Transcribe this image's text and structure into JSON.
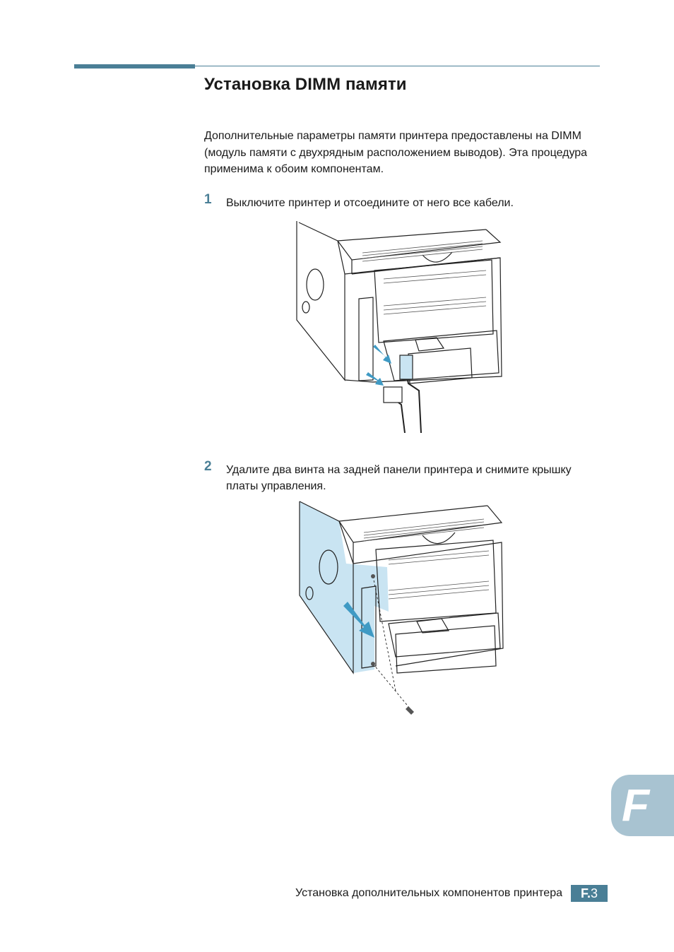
{
  "heading": {
    "title": "Установка DIMM памяти"
  },
  "intro": {
    "text": "Дополнительные параметры памяти принтера предоставлены на DIMM (модуль памяти с двухрядным расположением выводов). Эта процедура применима к обоим компонентам."
  },
  "steps": [
    {
      "number": "1",
      "text": "Выключите принтер и отсоедините от него все кабели."
    },
    {
      "number": "2",
      "text": "Удалите два винта на задней панели принтера и снимите крышку платы управления."
    }
  ],
  "side_tab": {
    "letter": "F"
  },
  "footer": {
    "section_title": "Установка дополнительных компонентов принтера",
    "page_prefix": "F.",
    "page_number": "3"
  },
  "colors": {
    "accent": "#4a7f96",
    "tab": "#a8c3d1",
    "panel_highlight": "#c9e4f2",
    "arrow": "#3f9ac4"
  },
  "figures": [
    {
      "icon": "printer-rear-cables-illustration"
    },
    {
      "icon": "printer-rear-remove-cover-illustration"
    }
  ]
}
